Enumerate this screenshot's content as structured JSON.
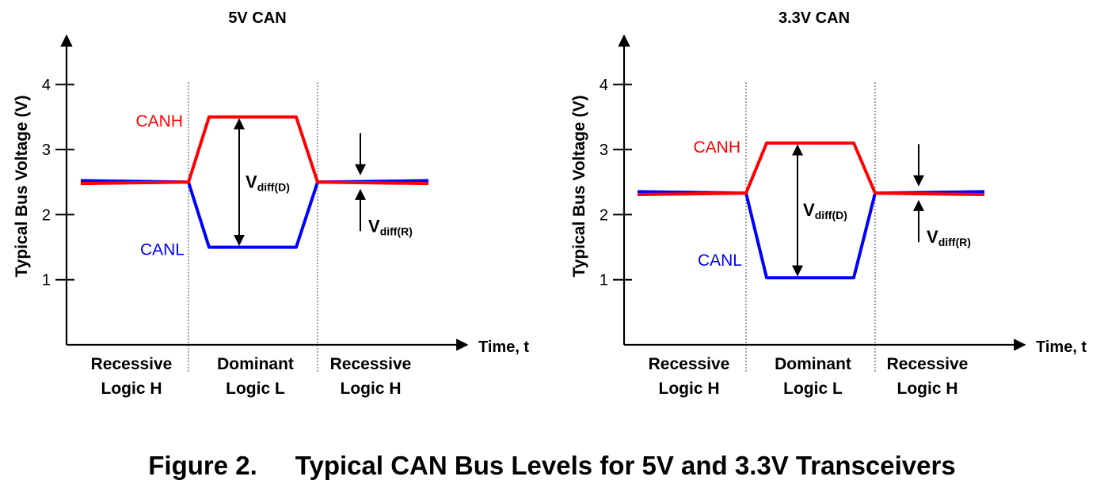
{
  "figure": {
    "number": "Figure 2.",
    "title": "Typical CAN Bus Levels for 5V and 3.3V Transceivers"
  },
  "colors": {
    "canh": "#ff0000",
    "canl": "#0000ff",
    "axis": "#000000"
  },
  "chart_data": [
    {
      "type": "line",
      "title": "5V CAN",
      "ylabel": "Typical Bus Voltage (V)",
      "xlabel": "Time, t",
      "y_ticks": [
        1,
        2,
        3,
        4
      ],
      "ylim": [
        0,
        4.5
      ],
      "grid": false,
      "regions": [
        {
          "name": "Recessive",
          "state": "Logic H"
        },
        {
          "name": "Dominant",
          "state": "Logic L"
        },
        {
          "name": "Recessive",
          "state": "Logic H"
        }
      ],
      "series": [
        {
          "name": "CANH",
          "values": [
            2.5,
            2.5,
            3.5,
            3.5,
            2.5,
            2.5
          ]
        },
        {
          "name": "CANL",
          "values": [
            2.5,
            2.5,
            1.5,
            1.5,
            2.5,
            2.5
          ]
        }
      ],
      "annotations": {
        "vdiff_d": {
          "main": "V",
          "sub": "diff(D)"
        },
        "vdiff_r": {
          "main": "V",
          "sub": "diff(R)"
        }
      }
    },
    {
      "type": "line",
      "title": "3.3V CAN",
      "ylabel": "Typical Bus Voltage (V)",
      "xlabel": "Time, t",
      "y_ticks": [
        1,
        2,
        3,
        4
      ],
      "ylim": [
        0,
        4.5
      ],
      "grid": false,
      "regions": [
        {
          "name": "Recessive",
          "state": "Logic H"
        },
        {
          "name": "Dominant",
          "state": "Logic L"
        },
        {
          "name": "Recessive",
          "state": "Logic H"
        }
      ],
      "series": [
        {
          "name": "CANH",
          "values": [
            2.33,
            2.33,
            3.1,
            3.1,
            2.33,
            2.33
          ]
        },
        {
          "name": "CANL",
          "values": [
            2.33,
            2.33,
            1.03,
            1.03,
            2.33,
            2.33
          ]
        }
      ],
      "annotations": {
        "vdiff_d": {
          "main": "V",
          "sub": "diff(D)"
        },
        "vdiff_r": {
          "main": "V",
          "sub": "diff(R)"
        }
      }
    }
  ]
}
